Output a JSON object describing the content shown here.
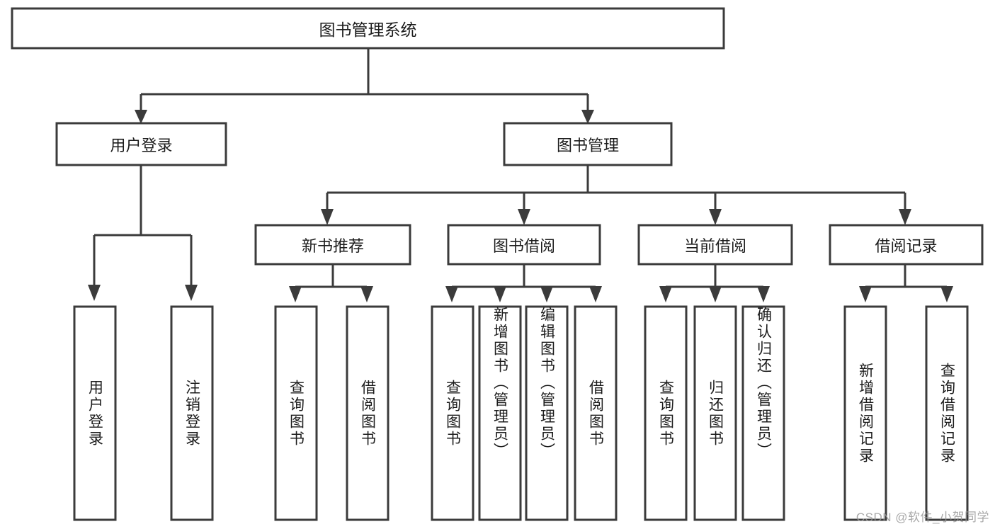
{
  "diagram": {
    "type": "hierarchy-tree",
    "title": "图书管理系统",
    "levels": [
      {
        "level": 0,
        "nodes": [
          {
            "id": "root",
            "label": "图书管理系统",
            "orientation": "horizontal"
          }
        ]
      },
      {
        "level": 1,
        "nodes": [
          {
            "id": "user-login",
            "label": "用户登录",
            "orientation": "horizontal",
            "parent": "root"
          },
          {
            "id": "book-manage",
            "label": "图书管理",
            "orientation": "horizontal",
            "parent": "root"
          }
        ]
      },
      {
        "level": 2,
        "nodes": [
          {
            "id": "new-book-rec",
            "label": "新书推荐",
            "orientation": "horizontal",
            "parent": "book-manage"
          },
          {
            "id": "book-borrow",
            "label": "图书借阅",
            "orientation": "horizontal",
            "parent": "book-manage"
          },
          {
            "id": "current-borrow",
            "label": "当前借阅",
            "orientation": "horizontal",
            "parent": "book-manage"
          },
          {
            "id": "borrow-record",
            "label": "借阅记录",
            "orientation": "horizontal",
            "parent": "book-manage"
          }
        ]
      },
      {
        "level": 3,
        "nodes": [
          {
            "id": "leaf-user-login",
            "label": "用户登录",
            "orientation": "vertical",
            "parent": "user-login"
          },
          {
            "id": "leaf-user-logout",
            "label": "注销登录",
            "orientation": "vertical",
            "parent": "user-login"
          },
          {
            "id": "leaf-query-book-1",
            "label": "查询图书",
            "orientation": "vertical",
            "parent": "new-book-rec"
          },
          {
            "id": "leaf-borrow-book-1",
            "label": "借阅图书",
            "orientation": "vertical",
            "parent": "new-book-rec"
          },
          {
            "id": "leaf-query-book-2",
            "label": "查询图书",
            "orientation": "vertical",
            "parent": "book-borrow"
          },
          {
            "id": "leaf-add-book",
            "label": "新增图书（管理员）",
            "orientation": "vertical",
            "parent": "book-borrow"
          },
          {
            "id": "leaf-edit-book",
            "label": "编辑图书（管理员）",
            "orientation": "vertical",
            "parent": "book-borrow"
          },
          {
            "id": "leaf-borrow-book-2",
            "label": "借阅图书",
            "orientation": "vertical",
            "parent": "book-borrow"
          },
          {
            "id": "leaf-query-book-3",
            "label": "查询图书",
            "orientation": "vertical",
            "parent": "current-borrow"
          },
          {
            "id": "leaf-return-book",
            "label": "归还图书",
            "orientation": "vertical",
            "parent": "current-borrow"
          },
          {
            "id": "leaf-confirm-return",
            "label": "确认归还（管理员）",
            "orientation": "vertical",
            "parent": "current-borrow"
          },
          {
            "id": "leaf-add-record",
            "label": "新增借阅记录",
            "orientation": "vertical",
            "parent": "borrow-record"
          },
          {
            "id": "leaf-query-record",
            "label": "查询借阅记录",
            "orientation": "vertical",
            "parent": "borrow-record"
          }
        ]
      }
    ],
    "colors": {
      "stroke": "#3b3b3b",
      "fill": "#ffffff",
      "text": "#1c1c1c",
      "background": "#ffffff",
      "watermark": "#9a9a9a"
    }
  },
  "watermark": {
    "text": "CSDN @软件_小贺同学"
  }
}
